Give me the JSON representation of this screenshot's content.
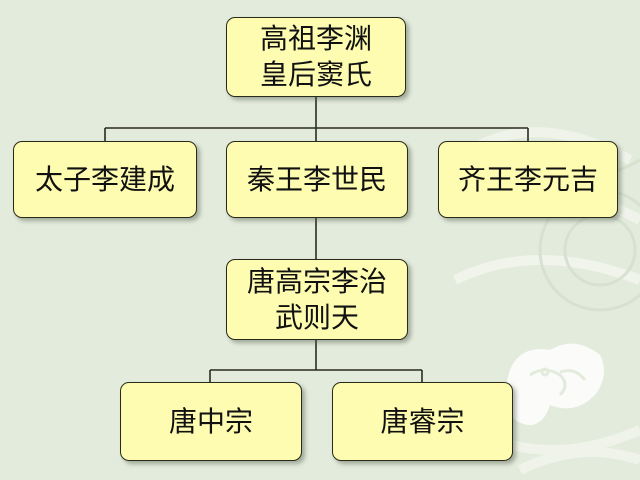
{
  "colors": {
    "background": "#e3ebdd",
    "node_fill": "#fdfcb0",
    "node_border": "#2a2a1a",
    "connector": "#2b2b1f"
  },
  "nodes": {
    "root": {
      "lines": [
        "高祖李渊",
        "皇后窦氏"
      ]
    },
    "crown_prince": {
      "lines": [
        "太子李建成"
      ]
    },
    "prince_qin": {
      "lines": [
        "秦王李世民"
      ]
    },
    "prince_qi": {
      "lines": [
        "齐王李元吉"
      ]
    },
    "gaozong": {
      "lines": [
        "唐高宗李治",
        "武则天"
      ]
    },
    "zhongzong": {
      "lines": [
        "唐中宗"
      ]
    },
    "ruizong": {
      "lines": [
        "唐睿宗"
      ]
    }
  }
}
